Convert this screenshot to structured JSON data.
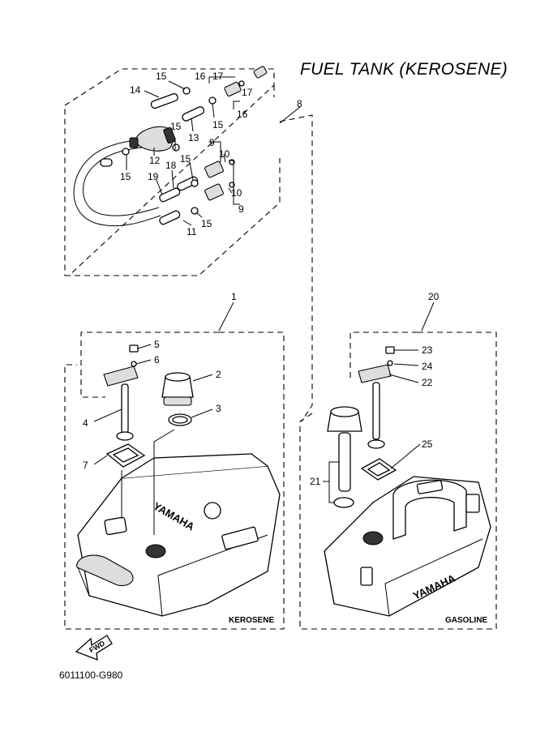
{
  "title": "FUEL TANK (KEROSENE)",
  "diagram_code": "6011100-G980",
  "tank_labels": {
    "kerosene": "KEROSENE",
    "gasoline": "GASOLINE"
  },
  "brand": "YAMAHA",
  "direction": "FWD",
  "callouts": [
    "1",
    "2",
    "3",
    "4",
    "5",
    "6",
    "7",
    "8",
    "9",
    "10",
    "11",
    "12",
    "13",
    "14",
    "15",
    "16",
    "17",
    "18",
    "19",
    "20",
    "21",
    "22",
    "23",
    "24",
    "25"
  ]
}
